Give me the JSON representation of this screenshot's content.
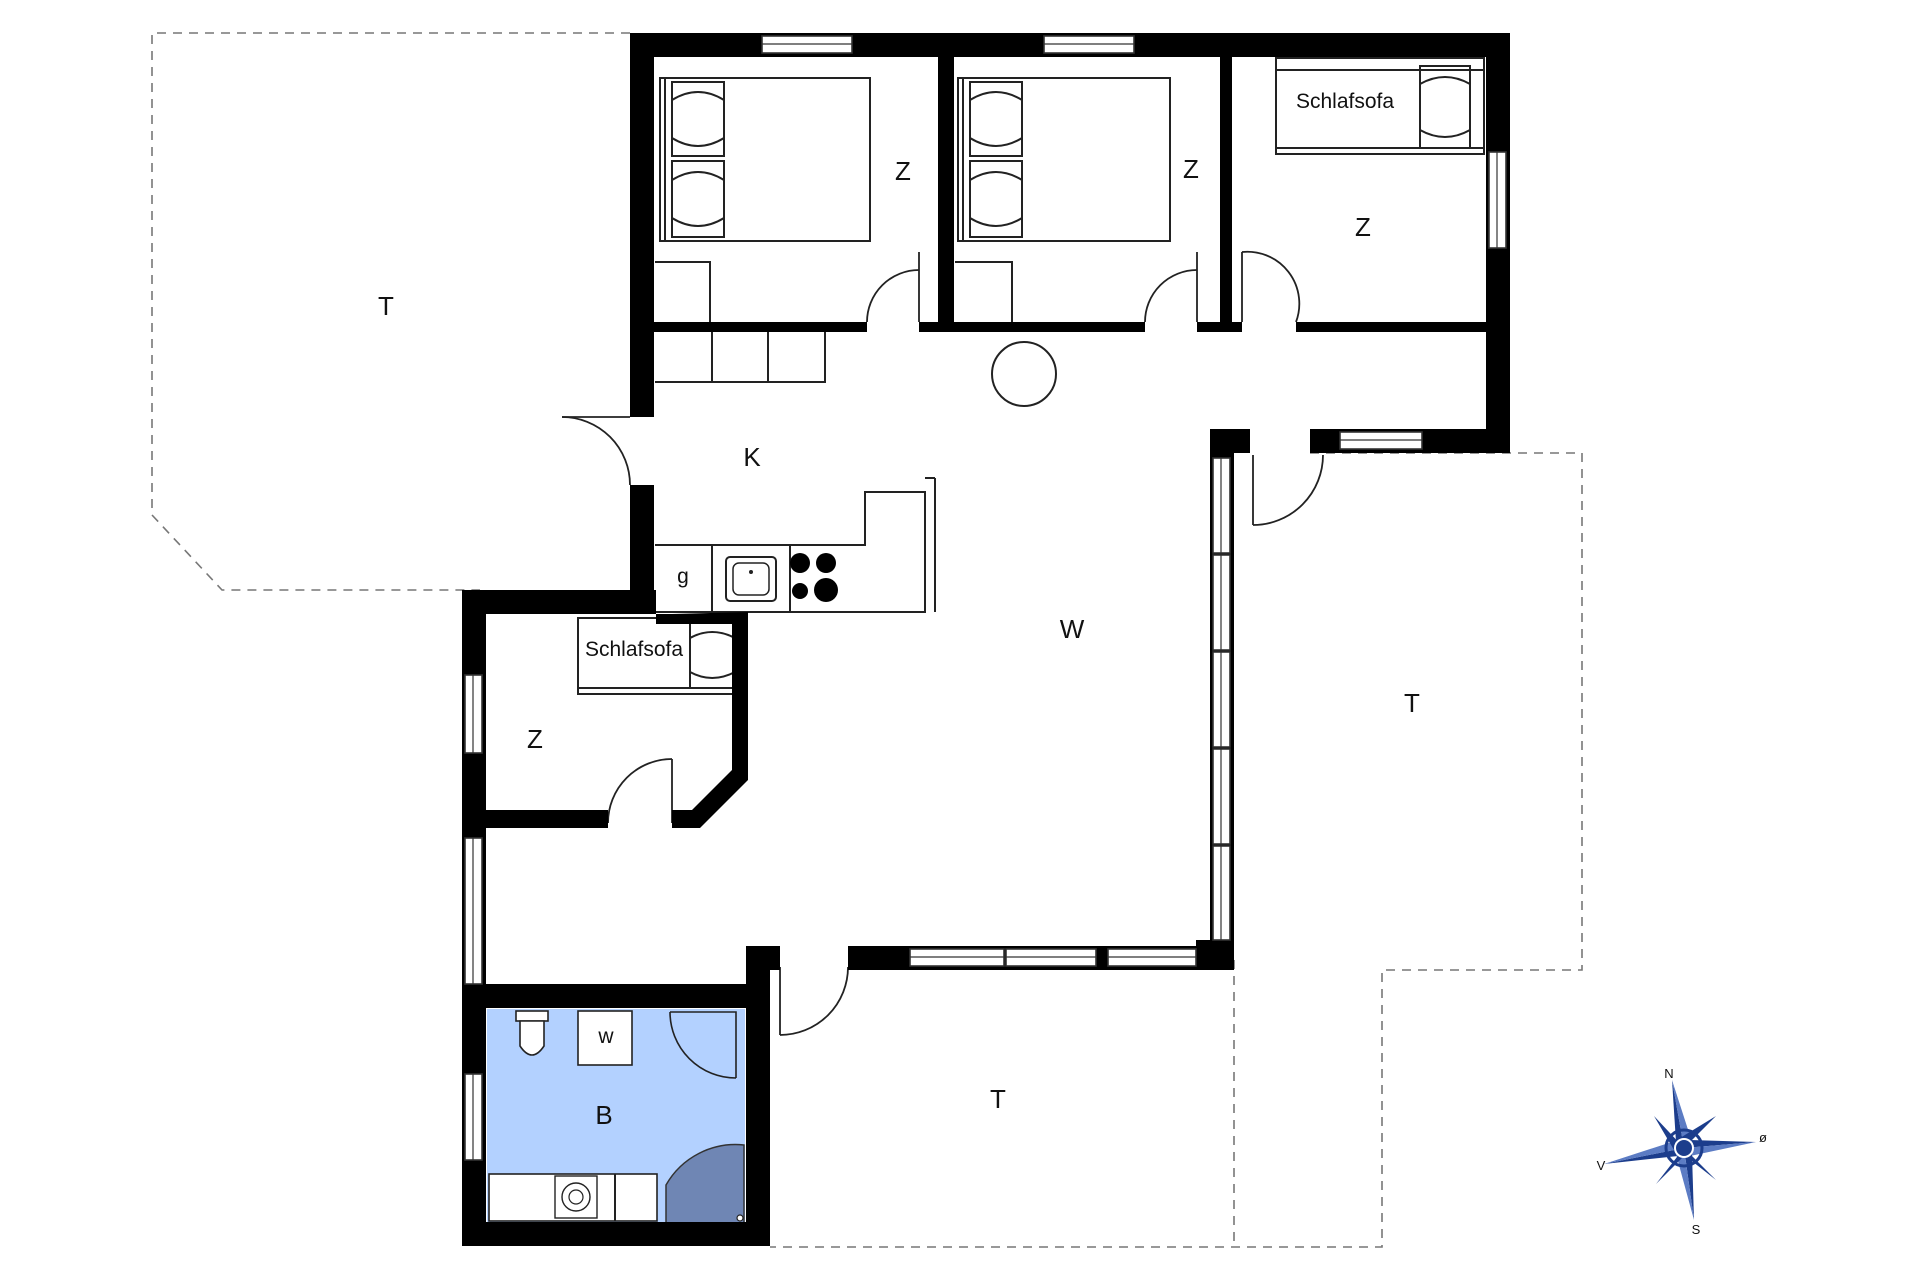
{
  "rooms": {
    "terrace_nw": "T",
    "terrace_east": "T",
    "terrace_south": "T",
    "bedroom_1": "Z",
    "bedroom_2": "Z",
    "bedroom_3": "Z",
    "bedroom_4": "Z",
    "kitchen": "K",
    "living": "W",
    "bath": "B"
  },
  "furniture": {
    "sofa_bed_label_1": "Schlafsofa",
    "sofa_bed_label_2": "Schlafsofa",
    "freezer_label": "g",
    "washer_label": "w"
  },
  "compass": {
    "north": "N",
    "east": "ø",
    "south": "S",
    "west": "V"
  },
  "colors": {
    "bath_fill": "#b3d1ff",
    "shower_fill": "#6f86b4",
    "compass_fill": "#1c3d8c"
  }
}
